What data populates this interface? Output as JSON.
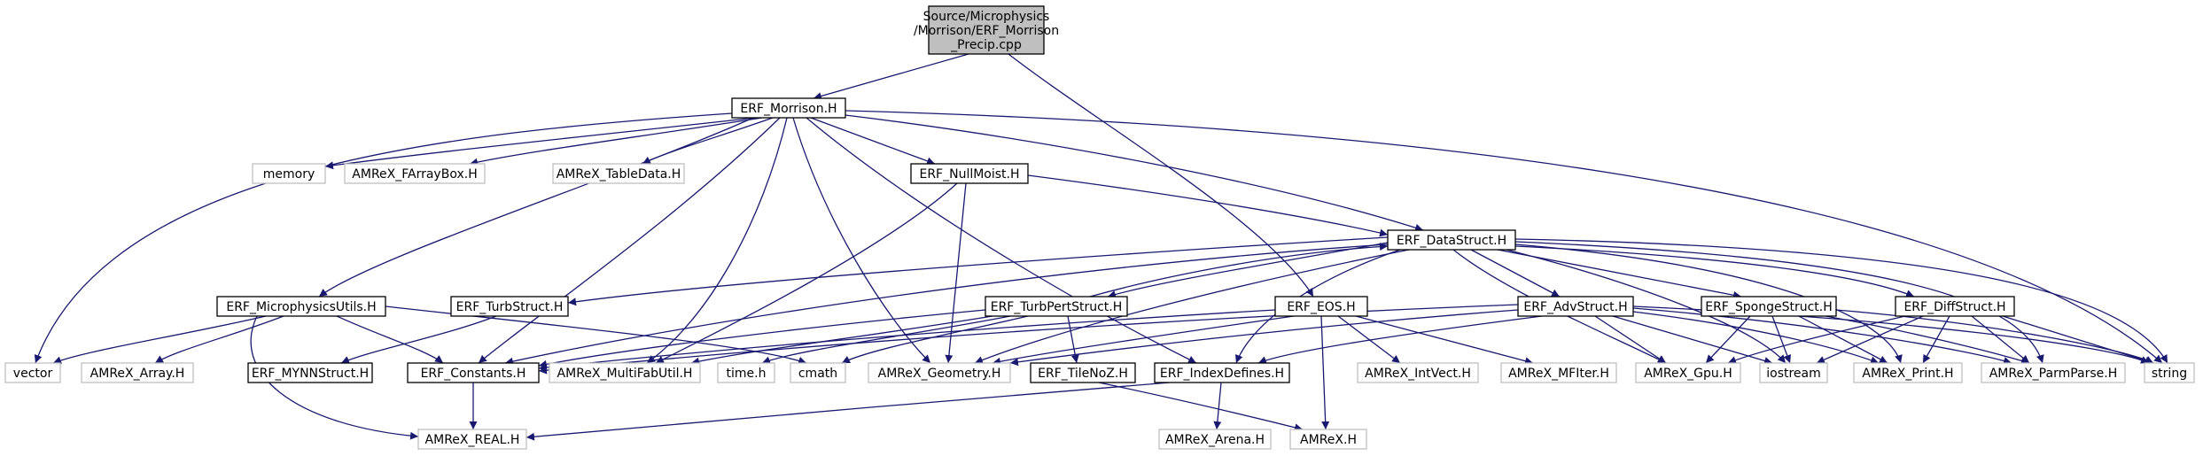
{
  "graph": {
    "root": {
      "lines": [
        "Source/Microphysics",
        "/Morrison/ERF_Morrison",
        "_Precip.cpp"
      ],
      "fill": "#bfbfbf",
      "stroke": "#000000"
    },
    "colors": {
      "edge": "#191970",
      "local_node_border": "#000000",
      "external_node_border": "#bfbfbf",
      "external_text": "#000000",
      "background": "#ffffff"
    },
    "nodes": {
      "erf_morrison": "ERF_Morrison.H",
      "memory": "memory",
      "amrex_farraybox": "AMReX_FArrayBox.H",
      "amrex_tabledata": "AMReX_TableData.H",
      "erf_nullmoist": "ERF_NullMoist.H",
      "erf_datastruct": "ERF_DataStruct.H",
      "erf_microphysicsutils": "ERF_MicrophysicsUtils.H",
      "erf_turbstruct": "ERF_TurbStruct.H",
      "erf_turbpertstruct": "ERF_TurbPertStruct.H",
      "erf_eos": "ERF_EOS.H",
      "erf_advstruct": "ERF_AdvStruct.H",
      "erf_spongestruct": "ERF_SpongeStruct.H",
      "erf_diffstruct": "ERF_DiffStruct.H",
      "vector": "vector",
      "amrex_array": "AMReX_Array.H",
      "erf_mynnstruct": "ERF_MYNNStruct.H",
      "erf_constants": "ERF_Constants.H",
      "amrex_multifabutil": "AMReX_MultiFabUtil.H",
      "time_h": "time.h",
      "cmath": "cmath",
      "amrex_geometry": "AMReX_Geometry.H",
      "erf_tilenoz": "ERF_TileNoZ.H",
      "erf_indexdefines": "ERF_IndexDefines.H",
      "amrex_intvect": "AMReX_IntVect.H",
      "amrex_mfiter": "AMReX_MFIter.H",
      "amrex_gpu": "AMReX_Gpu.H",
      "iostream": "iostream",
      "amrex_print": "AMReX_Print.H",
      "amrex_parmparse": "AMReX_ParmParse.H",
      "string": "string",
      "amrex_real": "AMReX_REAL.H",
      "amrex_arena": "AMReX_Arena.H",
      "amrex_h": "AMReX.H"
    }
  }
}
